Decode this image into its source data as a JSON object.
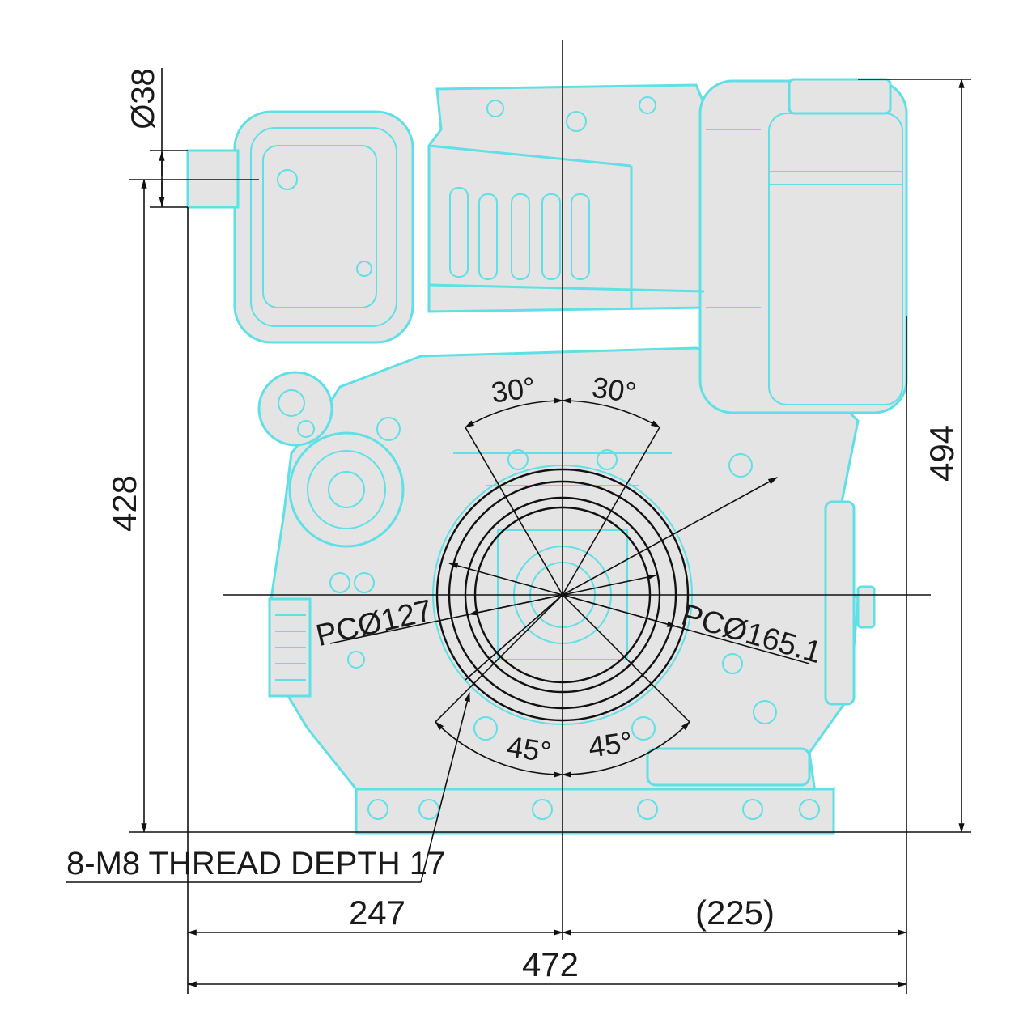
{
  "drawing": {
    "accent_color": "#5ee0e6",
    "body_color": "#e4e4e4",
    "line_color": "#111111"
  },
  "dimensions": {
    "shaft_diameter": "Ø38",
    "height_base_to_shaft": "428",
    "overall_height": "494",
    "left_width": "247",
    "right_width": "(225)",
    "overall_width": "472"
  },
  "annotations": {
    "angle_top_left": "30°",
    "angle_top_right": "30°",
    "angle_bottom_left": "45°",
    "angle_bottom_right": "45°",
    "pcd_small": "PCØ127",
    "pcd_large": "PCØ165.1",
    "thread_note": "8-M8 THREAD DEPTH 17"
  }
}
